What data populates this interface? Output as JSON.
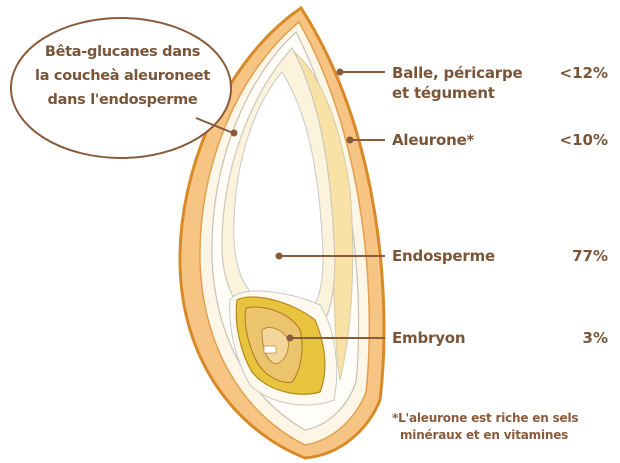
{
  "callout": {
    "lines": [
      "Bêta-glucanes dans",
      "la coucheà aleuroneet",
      "dans l'endosperme"
    ]
  },
  "layers": [
    {
      "label_lines": [
        "Balle, péricarpe",
        "et tégument"
      ],
      "percent": "<12%"
    },
    {
      "label_lines": [
        "Aleurone*"
      ],
      "percent": "<10%"
    },
    {
      "label_lines": [
        "Endosperme"
      ],
      "percent": "77%"
    },
    {
      "label_lines": [
        "Embryon"
      ],
      "percent": "3%"
    }
  ],
  "footnote": {
    "lines": [
      "*L'aleurone est riche en sels",
      "minéraux et en vitamines"
    ]
  },
  "colors": {
    "text_brown": "#7a5538",
    "hull_orange": "#f6c483",
    "hull_outline": "#d98a28",
    "embryo_yellow": "#e6c43d",
    "endosperm_cream": "#fbf3dc"
  }
}
